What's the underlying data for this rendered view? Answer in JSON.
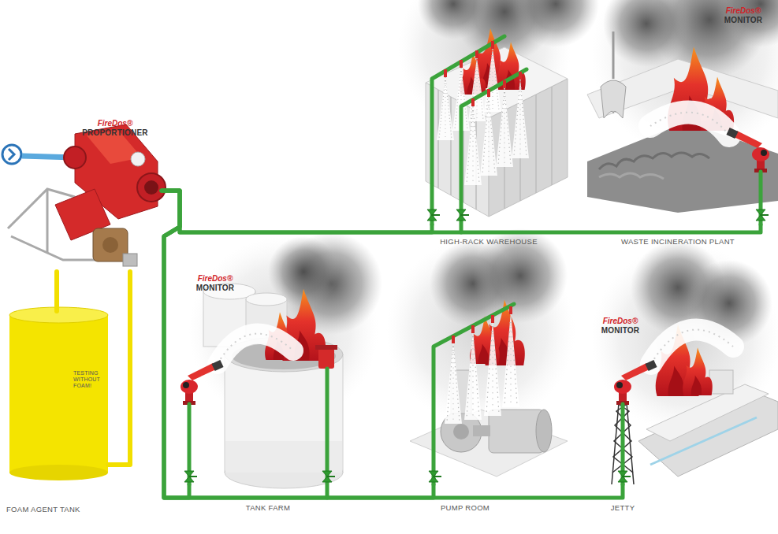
{
  "diagram": {
    "nodes": [
      {
        "text": [
          "FireDos®",
          "PROPORTIONER"
        ]
      },
      {
        "text": [
          "TESTING WITHOUT FOAM!",
          "FOAM AGENT TANK"
        ]
      },
      {
        "text": [
          "HIGH-RACK WAREHOUSE"
        ]
      },
      {
        "text": [
          "FireDos®",
          "MONITOR",
          "WASTE INCINERATION PLANT"
        ]
      },
      {
        "text": [
          "FireDos®",
          "MONITOR",
          "TANK FARM"
        ]
      },
      {
        "text": [
          "PUMP ROOM"
        ]
      },
      {
        "text": [
          "FireDos®",
          "MONITOR",
          "JETTY"
        ]
      }
    ],
    "edges": [
      {
        "from": 1,
        "to": 0,
        "arrow": "none"
      },
      {
        "from": 1,
        "to": 0,
        "arrow": "none"
      },
      {
        "from": 0,
        "to": 2,
        "arrow": "none"
      },
      {
        "from": 0,
        "to": 3,
        "arrow": "none"
      },
      {
        "from": 0,
        "to": 4,
        "arrow": "none"
      },
      {
        "from": 0,
        "to": 5,
        "arrow": "none"
      },
      {
        "from": 0,
        "to": 6,
        "arrow": "none"
      }
    ]
  }
}
